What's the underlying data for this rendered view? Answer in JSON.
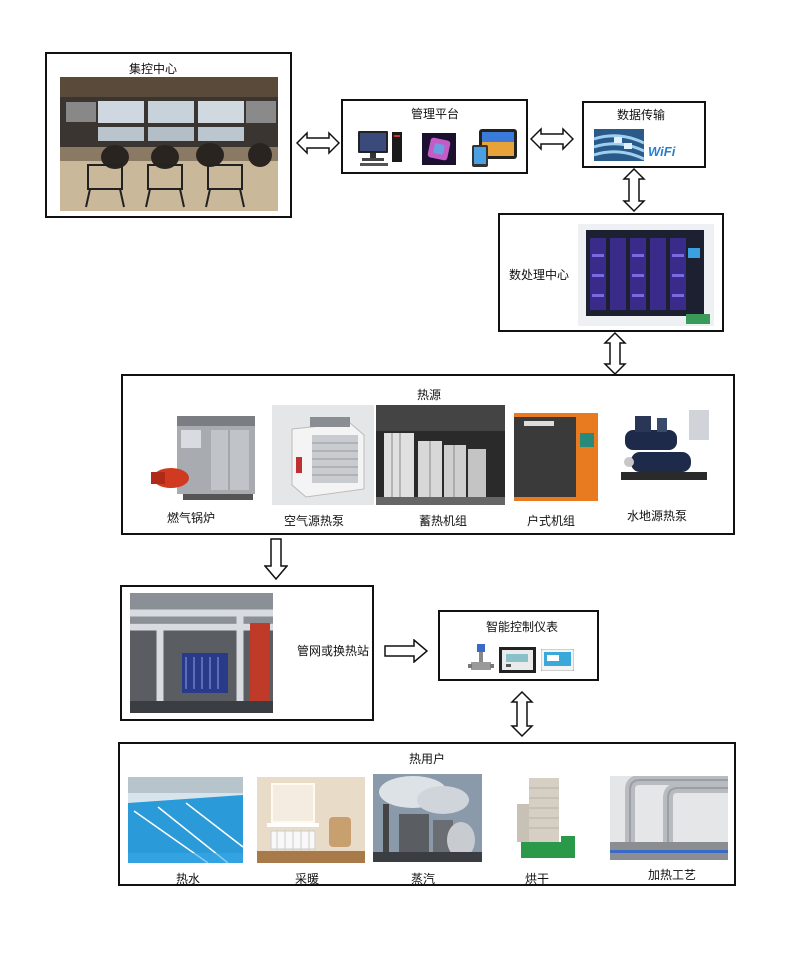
{
  "control_center": {
    "title": "集控中心"
  },
  "management": {
    "title": "管理平台"
  },
  "data_transfer": {
    "title": "数据传输",
    "wifi_text": "WiFi"
  },
  "data_center": {
    "title": "数处理中心"
  },
  "heat_source": {
    "title": "热源",
    "items": [
      {
        "label": "燃气锅炉"
      },
      {
        "label": "空气源热泵"
      },
      {
        "label": "蓄热机组"
      },
      {
        "label": "户式机组"
      },
      {
        "label": "水地源热泵"
      }
    ]
  },
  "network": {
    "title": "管网或换热站"
  },
  "smart_meter": {
    "title": "智能控制仪表"
  },
  "heat_users": {
    "title": "热用户",
    "items": [
      {
        "label": "热水"
      },
      {
        "label": "采暖"
      },
      {
        "label": "蒸汽"
      },
      {
        "label": "烘干"
      },
      {
        "label": "加热工艺"
      }
    ]
  }
}
